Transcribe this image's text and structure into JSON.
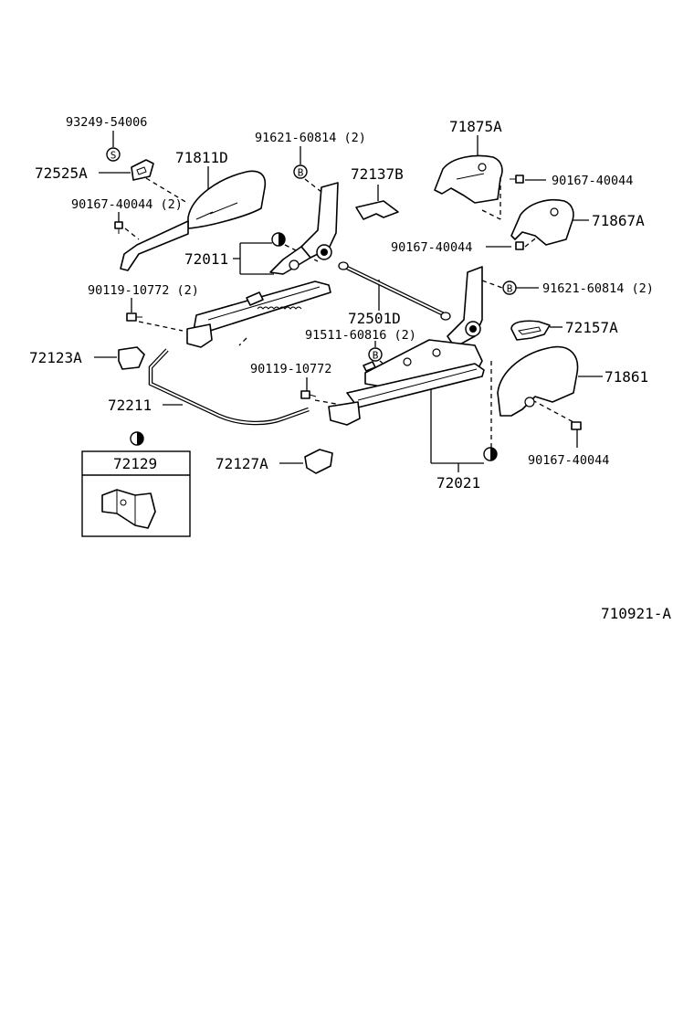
{
  "labels": {
    "p93249": "93249-54006",
    "p72525A": "72525A",
    "p71811D": "71811D",
    "p90167a": "90167-40044 (2)",
    "p91621a": "91621-60814 (2)",
    "p72137B": "72137B",
    "p71875A": "71875A",
    "p90167b": "90167-40044",
    "p71867A": "71867A",
    "p90167c": "90167-40044",
    "p72011": "72011",
    "p91621b": "91621-60814 (2)",
    "p90119a": "90119-10772 (2)",
    "p72501D": "72501D",
    "p72157A": "72157A",
    "p91511": "91511-60816 (2)",
    "p72123A": "72123A",
    "p90119b": "90119-10772",
    "p71861": "71861",
    "p72211": "72211",
    "p72129": "72129",
    "p72127A": "72127A",
    "p72021": "72021",
    "p90167d": "90167-40044",
    "figure_code": "710921-A"
  },
  "symbols": {
    "s_mark": "S",
    "b_mark": "B"
  }
}
